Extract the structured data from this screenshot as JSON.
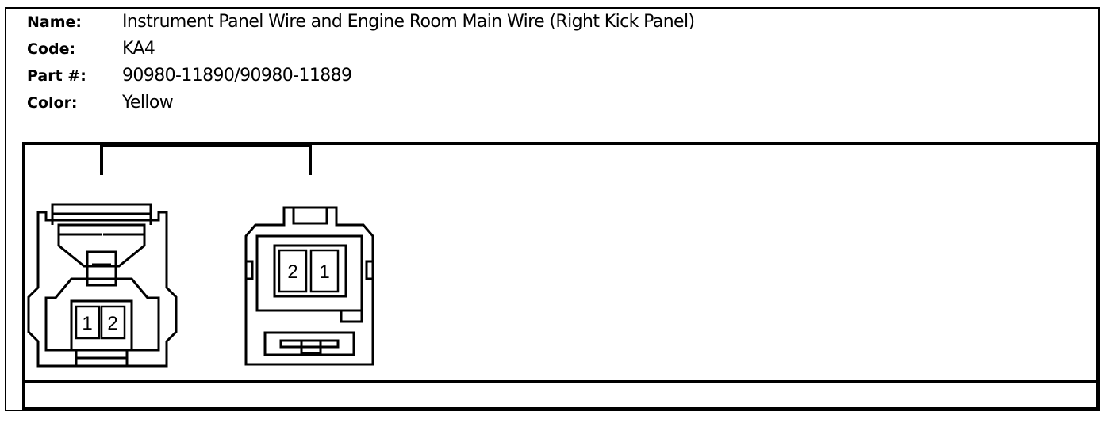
{
  "connector_info": {
    "name_label": "Name:",
    "name_value": "Instrument Panel Wire and Engine Room Main Wire (Right Kick Panel)",
    "code_label": "Code:",
    "code_value": "KA4",
    "part_label": "Part #:",
    "part_value": "90980-11890/90980-11889",
    "color_label": "Color:",
    "color_value": "Yellow"
  },
  "connectors": [
    {
      "pins": [
        "1",
        "2"
      ]
    },
    {
      "pins": [
        "2",
        "1"
      ]
    }
  ]
}
